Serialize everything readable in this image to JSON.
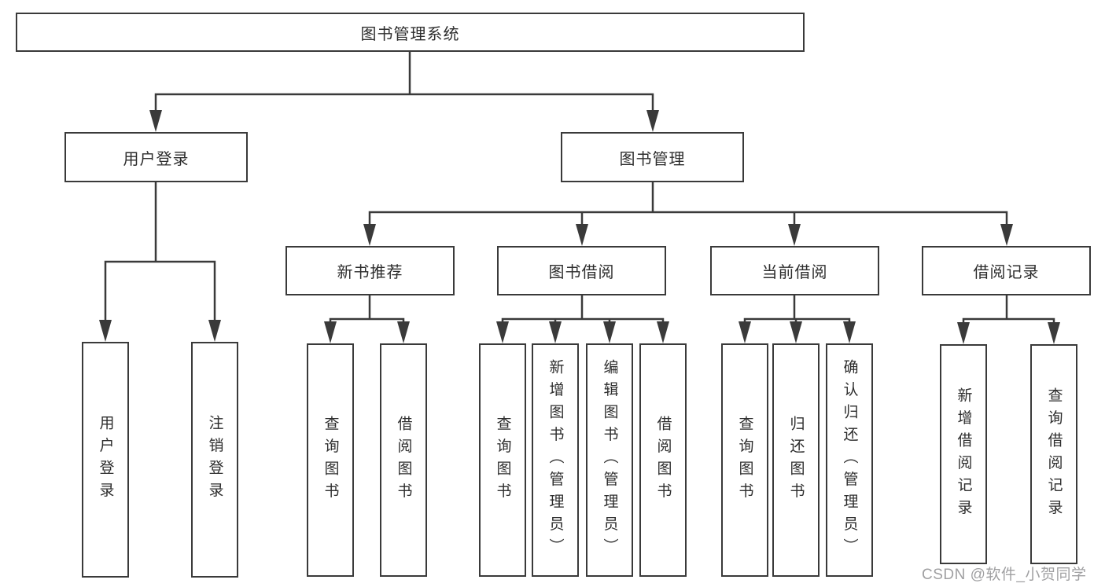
{
  "diagram": {
    "root": {
      "label": "图书管理系统"
    },
    "branches": [
      {
        "label": "用户登录",
        "children": [
          {
            "label": "用户登录"
          },
          {
            "label": "注销登录"
          }
        ]
      },
      {
        "label": "图书管理",
        "children": [
          {
            "label": "新书推荐",
            "children": [
              {
                "label": "查询图书"
              },
              {
                "label": "借阅图书"
              }
            ]
          },
          {
            "label": "图书借阅",
            "children": [
              {
                "label": "查询图书"
              },
              {
                "label": "新增图书（管理员）"
              },
              {
                "label": "编辑图书（管理员）"
              },
              {
                "label": "借阅图书"
              }
            ]
          },
          {
            "label": "当前借阅",
            "children": [
              {
                "label": "查询图书"
              },
              {
                "label": "归还图书"
              },
              {
                "label": "确认归还（管理员）"
              }
            ]
          },
          {
            "label": "借阅记录",
            "children": [
              {
                "label": "新增借阅记录"
              },
              {
                "label": "查询借阅记录"
              }
            ]
          }
        ]
      }
    ]
  },
  "watermark": {
    "text": "CSDN @软件_小贺同学"
  },
  "colors": {
    "line": "#3a3a3a",
    "text": "#2d2d2d",
    "watermark": "#9f9fa1"
  }
}
